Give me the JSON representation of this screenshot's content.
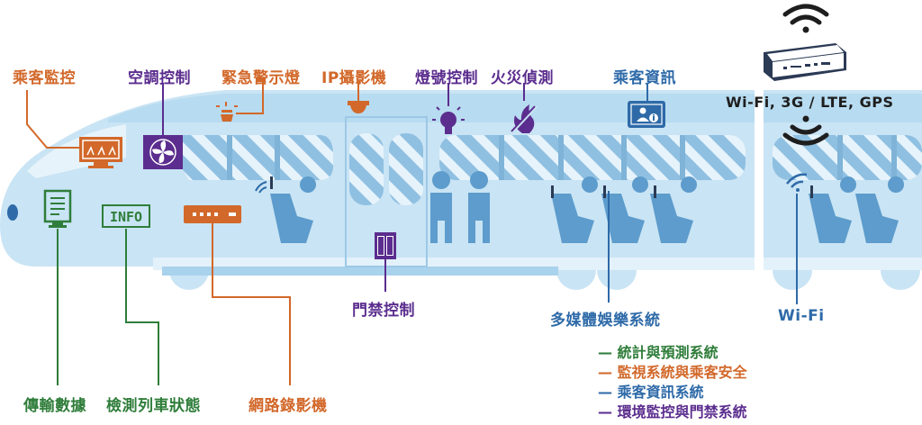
{
  "colors": {
    "orange": "#d2682a",
    "purple": "#5b2d8e",
    "green": "#2f7d3a",
    "blue": "#2e6aa8",
    "navy": "#2b3a55",
    "body_light": "#c9e4f4",
    "body_mid": "#a9d2ec",
    "window_dark": "#7fb3d8"
  },
  "labels": {
    "passenger_monitoring": "乘客監控",
    "air_conditioning": "空調控制",
    "emergency_light": "緊急警示燈",
    "ip_camera": "IP攝影機",
    "signal_control": "燈號控制",
    "fire_detection": "火災偵測",
    "passenger_info": "乘客資訊",
    "wifi_gateway": "Wi-Fi, 3G / LTE, GPS",
    "access_control": "門禁控制",
    "multimedia": "多媒體娛樂系統",
    "wifi": "Wi-Fi",
    "data_transmission": "傳輸數據",
    "train_status": "檢測列車狀態",
    "nvr": "網路錄影機"
  },
  "legend": [
    {
      "dash": "—",
      "text": "統計與預測系統",
      "color": "#2f7d3a"
    },
    {
      "dash": "—",
      "text": "監視系統與乘客安全",
      "color": "#d2682a"
    },
    {
      "dash": "—",
      "text": "乘客資訊系統",
      "color": "#2e6aa8"
    },
    {
      "dash": "—",
      "text": "環境監控與門禁系統",
      "color": "#5b2d8e"
    }
  ],
  "info_panel_text": "INFO"
}
